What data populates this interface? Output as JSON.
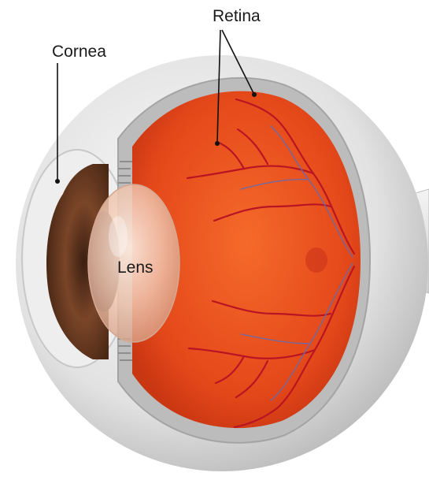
{
  "labels": {
    "cornea": "Cornea",
    "retina": "Retina",
    "lens": "Lens"
  },
  "colors": {
    "sclera": "#e4e4e4",
    "retina": "#e8501c",
    "iris": "#6b3a22",
    "vessel": "#b81423",
    "vein": "#6a6aa8",
    "lens": "#f2d2c4",
    "pointer": "#111111"
  }
}
